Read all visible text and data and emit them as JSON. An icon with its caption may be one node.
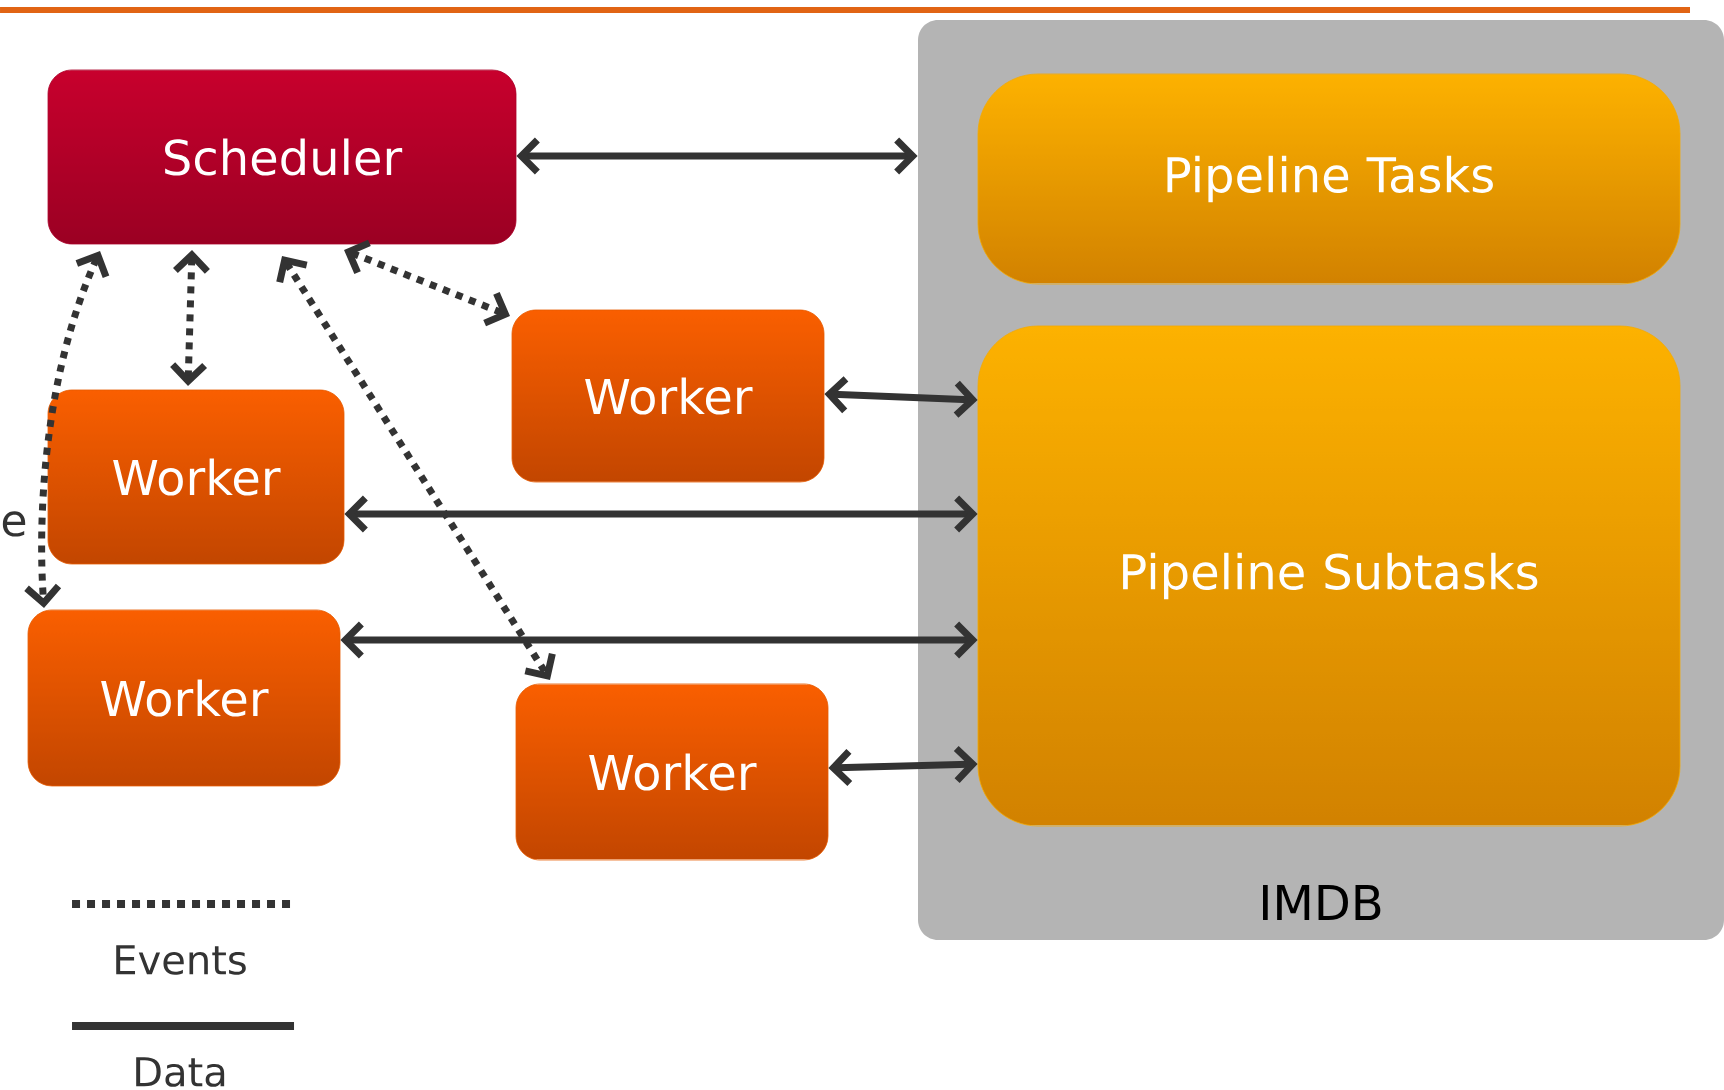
{
  "diagram": {
    "nodes": [
      {
        "text": [
          "Scheduler"
        ]
      },
      {
        "text": [
          "IMDB"
        ]
      },
      {
        "text": [
          "Pipeline Tasks"
        ],
        "in": 1
      },
      {
        "text": [
          "Pipeline Subtasks"
        ],
        "in": 1
      },
      {
        "text": [
          "Worker"
        ]
      },
      {
        "text": [
          "Worker"
        ]
      },
      {
        "text": [
          "Worker"
        ]
      },
      {
        "text": [
          "Worker"
        ]
      }
    ],
    "edges": [
      {
        "from": 0,
        "to": 1,
        "arrow": "both"
      },
      {
        "from": 0,
        "to": 4,
        "arrow": "both",
        "style": "dashed"
      },
      {
        "from": 0,
        "to": 5,
        "arrow": "both",
        "style": "dashed"
      },
      {
        "from": 0,
        "to": 6,
        "arrow": "both",
        "style": "dashed"
      },
      {
        "from": 0,
        "to": 7,
        "arrow": "both",
        "style": "dashed"
      },
      {
        "from": 4,
        "to": 3,
        "arrow": "both"
      },
      {
        "from": 5,
        "to": 3,
        "arrow": "both"
      },
      {
        "from": 6,
        "to": 3,
        "arrow": "both"
      },
      {
        "from": 7,
        "to": 3,
        "arrow": "both"
      }
    ],
    "labels": [
      "e"
    ],
    "legend": [
      {
        "text": "Events"
      },
      {
        "text": "Data"
      }
    ]
  }
}
